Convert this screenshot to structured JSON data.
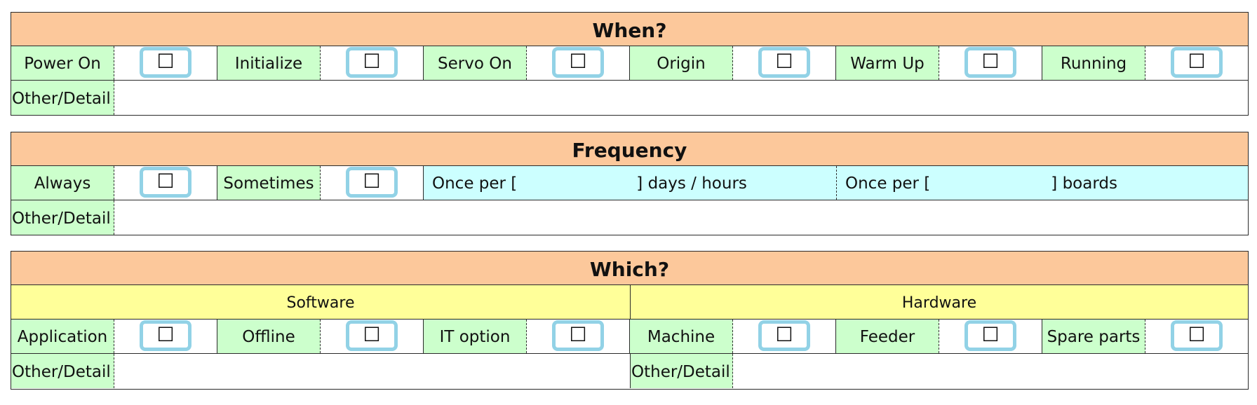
{
  "when": {
    "title": "When?",
    "options": [
      {
        "label": "Power On",
        "checkbox": "☐"
      },
      {
        "label": "Initialize",
        "checkbox": "☐"
      },
      {
        "label": "Servo On",
        "checkbox": "☐"
      },
      {
        "label": "Origin",
        "checkbox": "☐"
      },
      {
        "label": "Warm Up",
        "checkbox": "☐"
      },
      {
        "label": "Running",
        "checkbox": "☐"
      }
    ],
    "detail_label": "Other/Detail",
    "detail_value": ""
  },
  "frequency": {
    "title": "Frequency",
    "options": [
      {
        "label": "Always",
        "checkbox": "☐"
      },
      {
        "label": "Sometimes",
        "checkbox": "☐"
      }
    ],
    "once_time": {
      "prefix": "Once per [",
      "value": "",
      "suffix": "] days / hours"
    },
    "once_boards": {
      "prefix": "Once per [",
      "value": "",
      "suffix": "] boards"
    },
    "detail_label": "Other/Detail",
    "detail_value": ""
  },
  "which": {
    "title": "Which?",
    "software": {
      "title": "Software",
      "options": [
        {
          "label": "Application",
          "checkbox": "☐"
        },
        {
          "label": "Offline",
          "checkbox": "☐"
        },
        {
          "label": "IT option",
          "checkbox": "☐"
        }
      ],
      "detail_label": "Other/Detail",
      "detail_value": ""
    },
    "hardware": {
      "title": "Hardware",
      "options": [
        {
          "label": "Machine",
          "checkbox": "☐"
        },
        {
          "label": "Feeder",
          "checkbox": "☐"
        },
        {
          "label": "Spare parts",
          "checkbox": "☐"
        }
      ],
      "detail_label": "Other/Detail",
      "detail_value": ""
    }
  },
  "colors": {
    "header": "#fcc89b",
    "label": "#ccffcc",
    "subheader": "#ffff99",
    "input": "#ccffff",
    "checkbox_ring": "#92d2e6"
  }
}
